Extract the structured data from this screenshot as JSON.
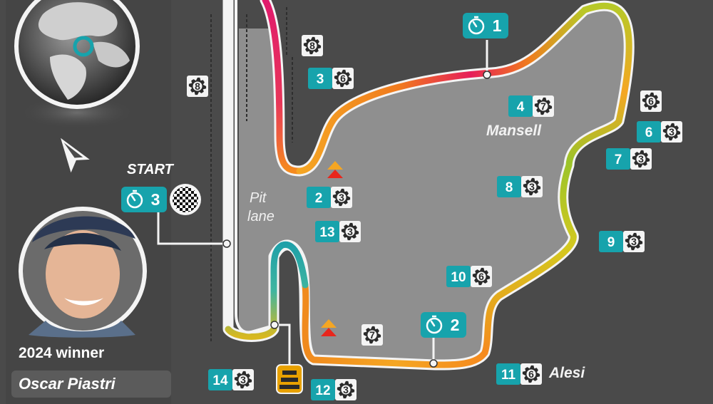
{
  "colors": {
    "background": "#4a4a4a",
    "track_grey": "#8f8f8f",
    "teal_badge": "#17a3ac",
    "pit_lane_magenta": "#e0157a",
    "arrow_red": "#e8261c",
    "arrow_orange": "#f5a623",
    "marker_gold": "#e8a100"
  },
  "labels": {
    "start": "START",
    "pit_line1": "Pit",
    "pit_line2": "lane",
    "winner_year": "2024 winner",
    "winner_name": "Oscar Piastri"
  },
  "corner_names": [
    "Mansell",
    "Alesi"
  ],
  "timing_sectors": [
    "1",
    "2",
    "3"
  ],
  "turns": [
    {
      "turn": "2",
      "gear": "3"
    },
    {
      "turn": "3",
      "gear": "6"
    },
    {
      "turn": "4",
      "gear": "7"
    },
    {
      "turn": "6",
      "gear": "3"
    },
    {
      "turn": "7",
      "gear": "3"
    },
    {
      "turn": "8",
      "gear": "3"
    },
    {
      "turn": "9",
      "gear": "3"
    },
    {
      "turn": "10",
      "gear": "6"
    },
    {
      "turn": "11",
      "gear": "6"
    },
    {
      "turn": "12",
      "gear": "3"
    },
    {
      "turn": "13",
      "gear": "3"
    },
    {
      "turn": "14",
      "gear": "3"
    }
  ],
  "gear_only": [
    "8",
    "8",
    "7",
    "6"
  ],
  "icons": [
    "globe-icon",
    "direction-arrow-icon",
    "checkered-flag-icon",
    "stopwatch-icon",
    "gear-icon",
    "drs-arrow-icon",
    "timing-marker-icon",
    "winner-photo"
  ]
}
